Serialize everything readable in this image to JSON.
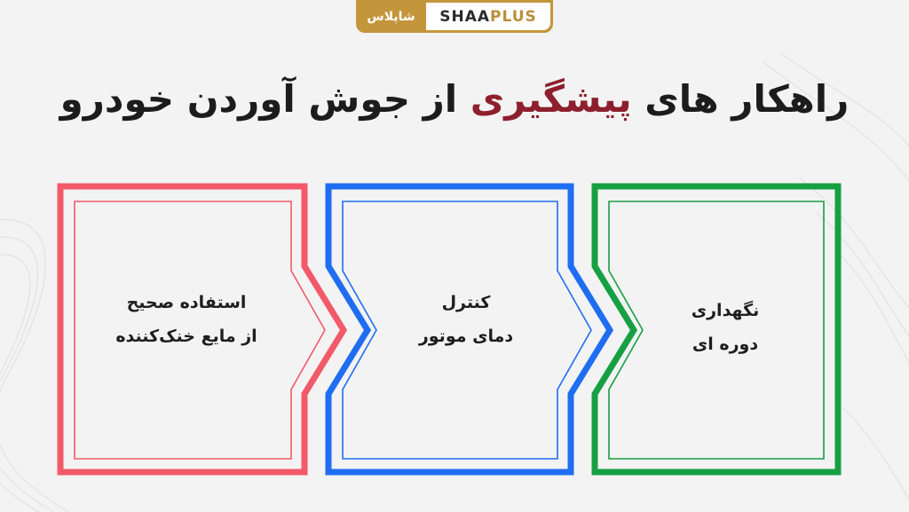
{
  "brand": {
    "name_fa": "شاپلاس",
    "name_en_part1": "SHAA",
    "name_en_part2": "PLUS"
  },
  "title": {
    "before": "راهکار های ",
    "highlight": "پیشگیری",
    "after": " از جوش آوردن خودرو"
  },
  "colors": {
    "brand_gold": "#c4963c",
    "highlight": "#8e1f2c",
    "step1": "#f25a6a",
    "step2": "#1f6ef2",
    "step3": "#17a043"
  },
  "steps": [
    {
      "line1": "استفاده صحیح",
      "line2": "از مایع خنک‌کننده",
      "color": "#f25a6a"
    },
    {
      "line1": "کنترل",
      "line2": "دمای موتور",
      "color": "#1f6ef2"
    },
    {
      "line1": "نگهداری",
      "line2": "دوره ای",
      "color": "#17a043"
    }
  ]
}
